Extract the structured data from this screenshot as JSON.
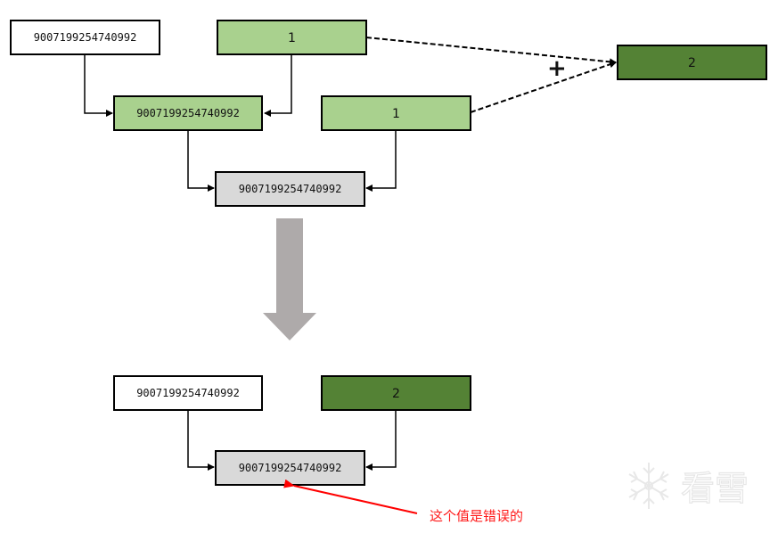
{
  "colors": {
    "white_fill": "#ffffff",
    "light_green_fill": "#a9d18e",
    "dark_green_fill": "#548235",
    "gray_fill": "#d9d9d9",
    "border": "#000000",
    "big_arrow": "#aeaaaa",
    "note_red": "#ff0000"
  },
  "top_diagram": {
    "node_a": "9007199254740992",
    "node_one_top": "1",
    "node_sum_green": "9007199254740992",
    "node_one_mid": "1",
    "node_result_gray": "9007199254740992",
    "node_two": "2",
    "plus_sign": "+"
  },
  "bottom_diagram": {
    "node_a": "9007199254740992",
    "node_two": "2",
    "node_result_gray": "9007199254740992"
  },
  "annotation": {
    "text": "这个值是错误的"
  },
  "watermark": {
    "text": "看雪",
    "icon": "snowflake-icon"
  }
}
